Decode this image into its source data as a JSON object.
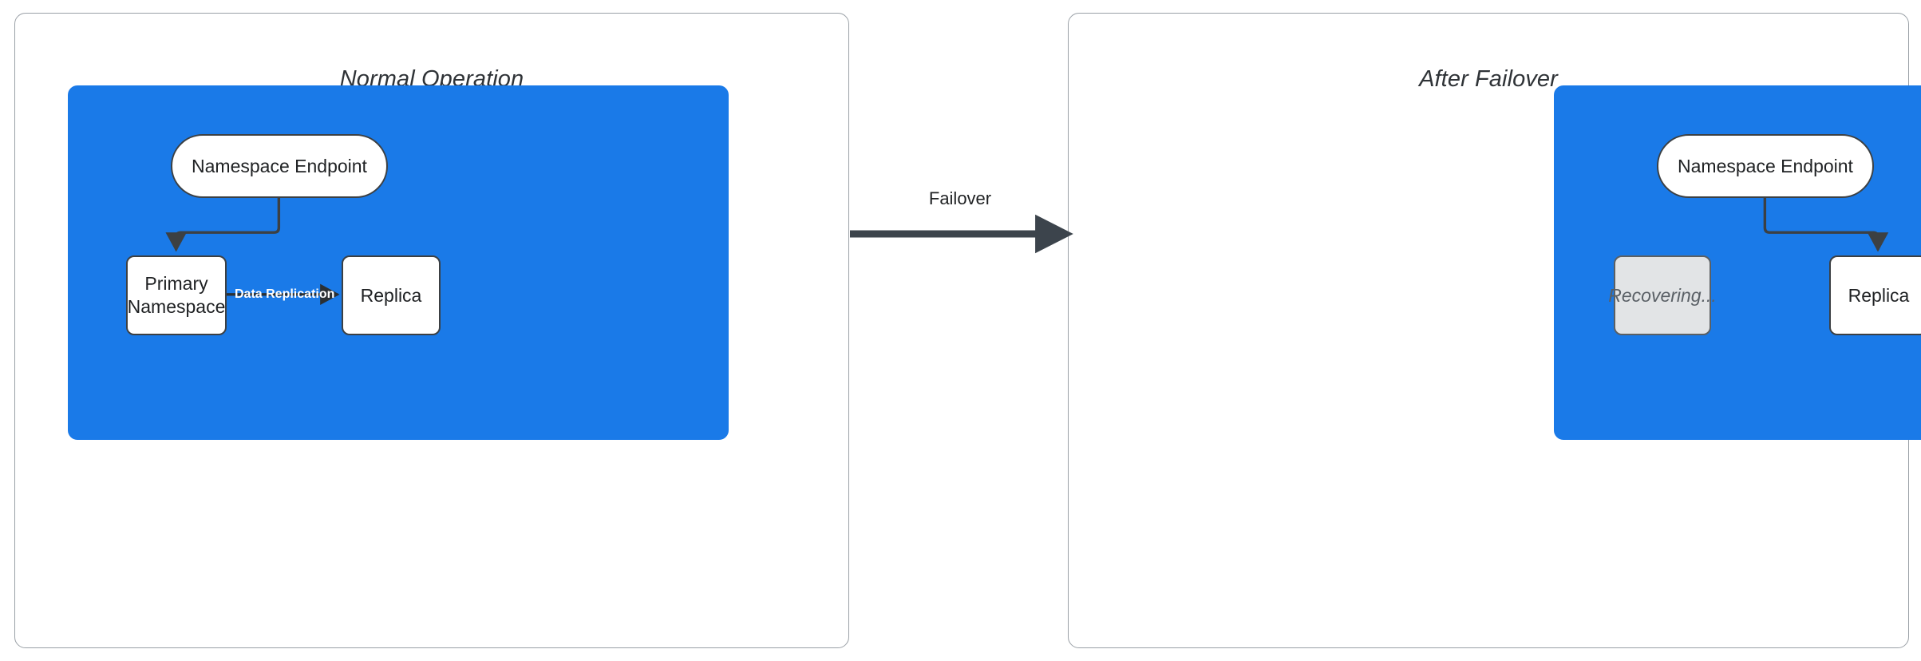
{
  "diagram": {
    "title_left": "Normal Operation",
    "title_right": "After Failover",
    "transition_label": "Failover",
    "colors": {
      "cluster_blue": "#1a7ae8",
      "node_stroke": "#3c4043",
      "node_fill": "#ffffff",
      "muted_fill": "#e2e4e6",
      "muted_text": "#5a6066",
      "connector": "#3c4043",
      "panel_border": "#9aa0a6",
      "edge_label_text": "#ffffff"
    },
    "panels": [
      {
        "id": "normal-operation",
        "title": "Normal Operation",
        "nodes": [
          {
            "id": "endpoint",
            "label": "Namespace Endpoint",
            "shape": "pill",
            "state": "active"
          },
          {
            "id": "primary",
            "label": "Primary\nNamespace",
            "label_line1": "Primary",
            "label_line2": "Namespace",
            "shape": "box",
            "state": "active"
          },
          {
            "id": "replica",
            "label": "Replica",
            "shape": "box",
            "state": "active"
          }
        ],
        "edges": [
          {
            "from": "endpoint",
            "to": "primary",
            "label": ""
          },
          {
            "from": "primary",
            "to": "replica",
            "label": "Data Replication"
          }
        ]
      },
      {
        "id": "after-failover",
        "title": "After Failover",
        "nodes": [
          {
            "id": "endpoint",
            "label": "Namespace Endpoint",
            "shape": "pill",
            "state": "active"
          },
          {
            "id": "recovering",
            "label": "Recovering...",
            "shape": "box",
            "state": "muted"
          },
          {
            "id": "replica",
            "label": "Replica",
            "shape": "box",
            "state": "active"
          }
        ],
        "edges": [
          {
            "from": "endpoint",
            "to": "replica",
            "label": ""
          }
        ]
      }
    ]
  }
}
